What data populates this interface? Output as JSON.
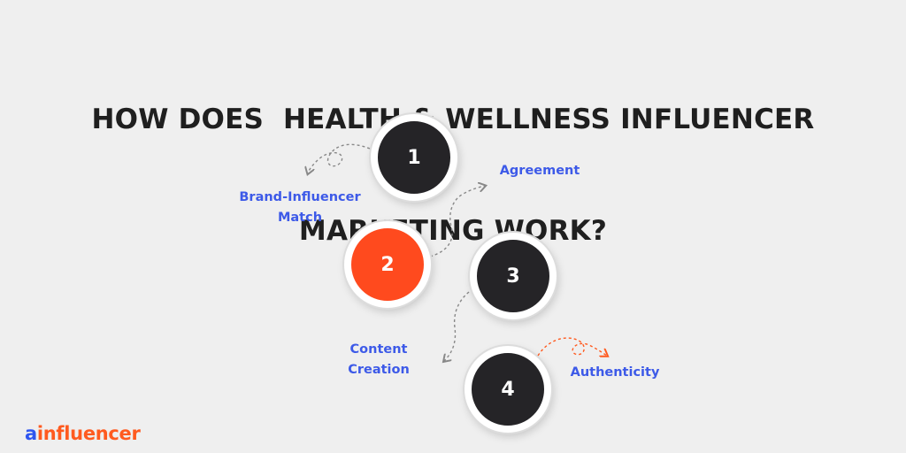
{
  "title": {
    "line1": "HOW DOES  HEALTH & WELLNESS INFLUENCER",
    "line2": "MARKETING WORK?"
  },
  "steps": [
    {
      "number": "1",
      "label_lines": [
        "Brand-Influencer",
        "Match"
      ]
    },
    {
      "number": "2",
      "label_lines": [
        "Agreement"
      ]
    },
    {
      "number": "3",
      "label_lines": [
        "Content",
        "Creation"
      ]
    },
    {
      "number": "4",
      "label_lines": [
        "Authenticity"
      ]
    }
  ],
  "colors": {
    "background": "#efefef",
    "title": "#1f1f1f",
    "step_dark": "#252427",
    "step_accent": "#ff4a1e",
    "label": "#3d5ae8",
    "connector": "#888888",
    "connector_accent": "#ff5a1f"
  },
  "logo": {
    "a": "a",
    "i": "i",
    "rest": "nfluencer"
  }
}
